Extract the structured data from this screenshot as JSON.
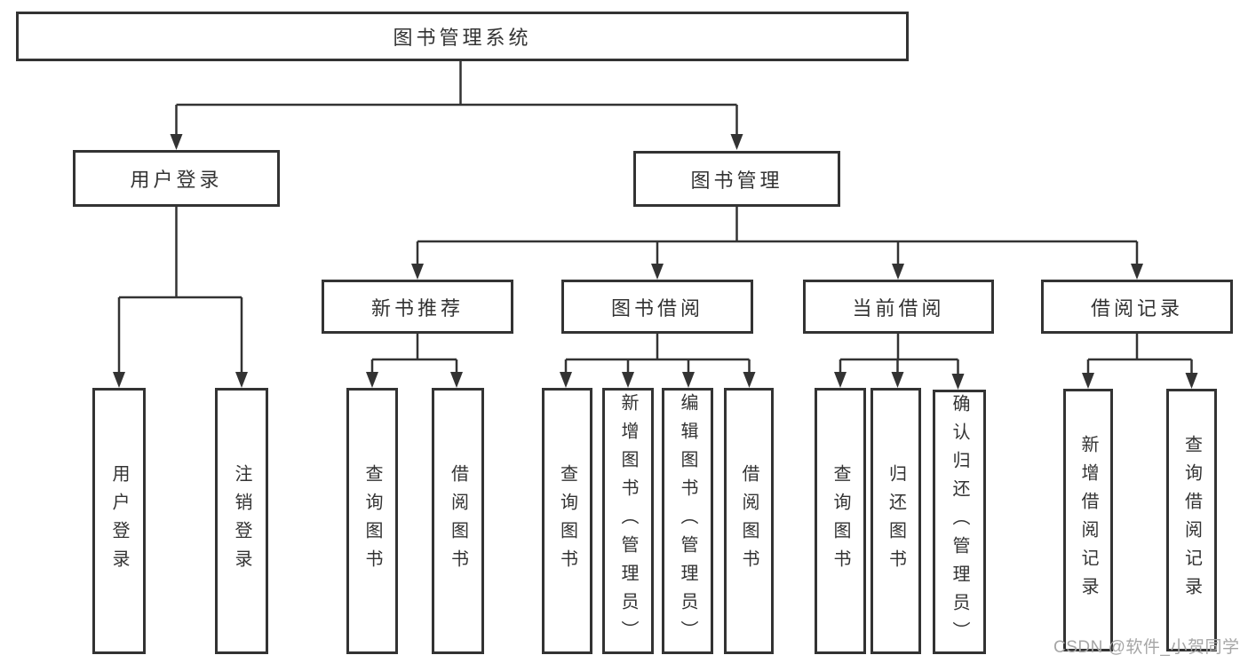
{
  "diagram": {
    "root": {
      "label": "图书管理系统"
    },
    "level2": {
      "user_login": {
        "label": "用户登录"
      },
      "book_management": {
        "label": "图书管理"
      }
    },
    "level3": {
      "new_book_recommend": {
        "label": "新书推荐"
      },
      "book_borrowing": {
        "label": "图书借阅"
      },
      "current_borrowing": {
        "label": "当前借阅"
      },
      "borrowing_records": {
        "label": "借阅记录"
      }
    },
    "leaves": {
      "user_login": {
        "label": "用户登录"
      },
      "logout": {
        "label": "注销登录"
      },
      "nbr_query_books": {
        "label": "查询图书"
      },
      "nbr_borrow_books": {
        "label": "借阅图书"
      },
      "bb_query_books": {
        "label": "查询图书"
      },
      "bb_add_books_admin": {
        "label": "新增图书（管理员）"
      },
      "bb_edit_books_admin": {
        "label": "编辑图书（管理员）"
      },
      "bb_borrow_books": {
        "label": "借阅图书"
      },
      "cb_query_books": {
        "label": "查询图书"
      },
      "cb_return_books": {
        "label": "归还图书"
      },
      "cb_confirm_return_admin": {
        "label": "确认归还（管理员）"
      },
      "br_new_record": {
        "label": "新增借阅记录"
      },
      "br_query_record": {
        "label": "查询借阅记录"
      }
    },
    "colors": {
      "line": "#333333",
      "text": "#333333",
      "box_background": "#ffffff",
      "watermark": "#a6a6a6"
    }
  },
  "watermark": {
    "text": "CSDN @软件_小贺同学"
  }
}
